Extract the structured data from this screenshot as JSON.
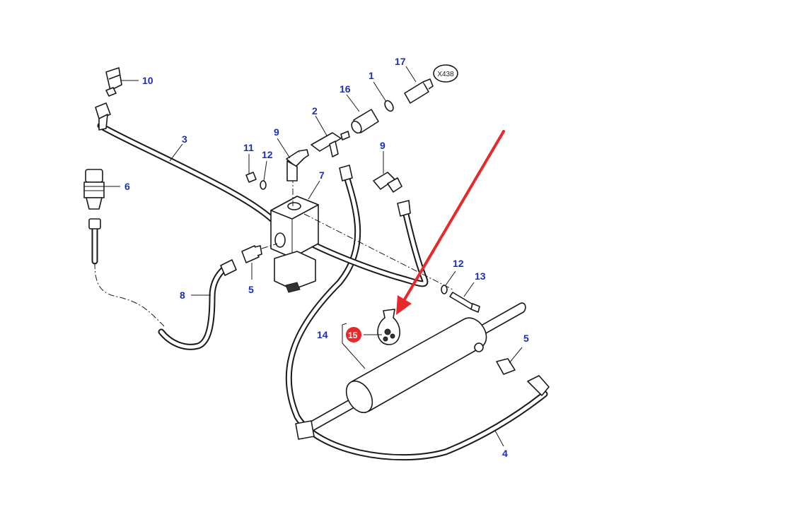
{
  "colors": {
    "callout_text": "#1a2fb5",
    "highlight_badge": "#e8282b",
    "arrow": "#e8282b",
    "line": "#1a1a1a"
  },
  "callouts": {
    "c1": "1",
    "c2": "2",
    "c3": "3",
    "c4": "4",
    "c5a": "5",
    "c5b": "5",
    "c6": "6",
    "c7": "7",
    "c8": "8",
    "c9a": "9",
    "c9b": "9",
    "c10": "10",
    "c11": "11",
    "c12a": "12",
    "c12b": "12",
    "c13": "13",
    "c14": "14",
    "c15": "15",
    "c16": "16",
    "c17": "17"
  },
  "reference_tag": "X438"
}
